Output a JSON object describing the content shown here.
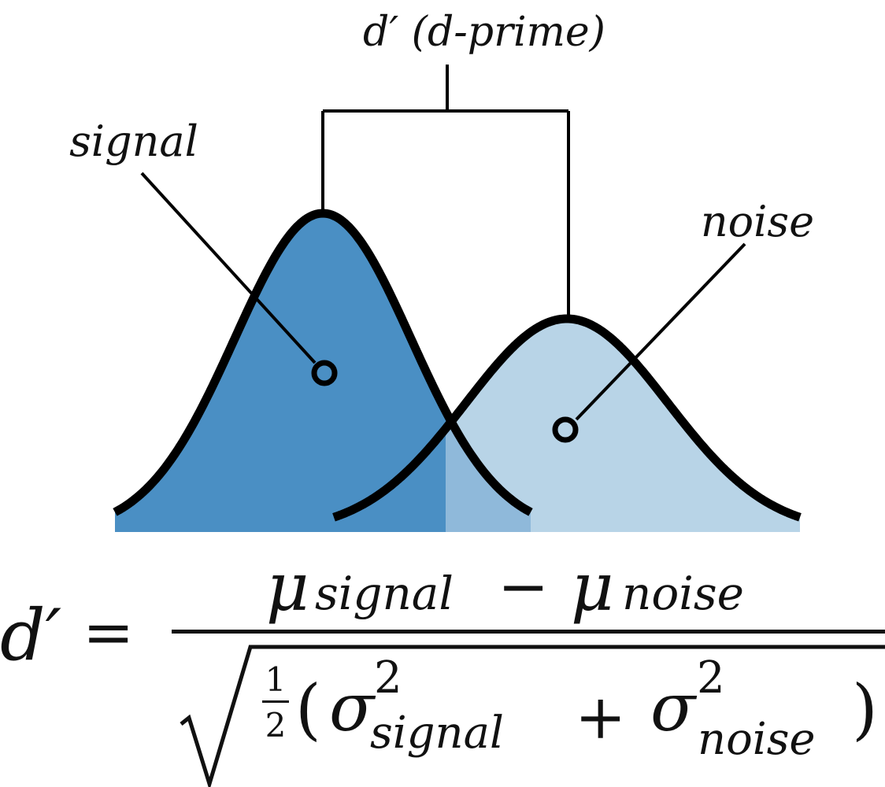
{
  "diagram": {
    "title": "d′ (d-prime)",
    "signal_label": "signal",
    "noise_label": "noise",
    "colors": {
      "signal_fill": "#4a8fc4",
      "noise_fill": "#b8d4e7",
      "overlap_fill": "#8fb9da",
      "stroke": "#000000"
    }
  },
  "equation": {
    "lhs": "d′",
    "equals": "=",
    "mu": "μ",
    "minus": "−",
    "signal_sub": "signal",
    "noise_sub": "noise",
    "half_num": "1",
    "half_den": "2",
    "lparen": "(",
    "rparen": ")",
    "sigma": "σ",
    "square": "2",
    "plus": "+"
  }
}
